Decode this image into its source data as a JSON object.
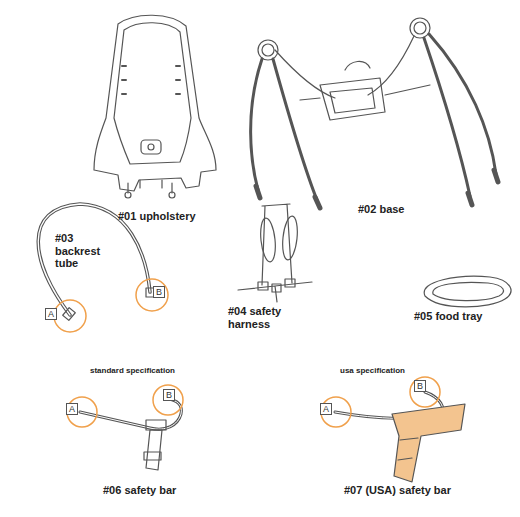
{
  "diagram": {
    "labels": [
      "#01 upholstery",
      "#02 base",
      "#03 backrest tube",
      "A",
      "B",
      "#04 safety harness",
      "#05 food tray",
      "standard specification",
      "usa specification",
      "A",
      "B",
      "A",
      "B",
      "#06 safety bar",
      "#07 (USA) safety bar"
    ]
  }
}
